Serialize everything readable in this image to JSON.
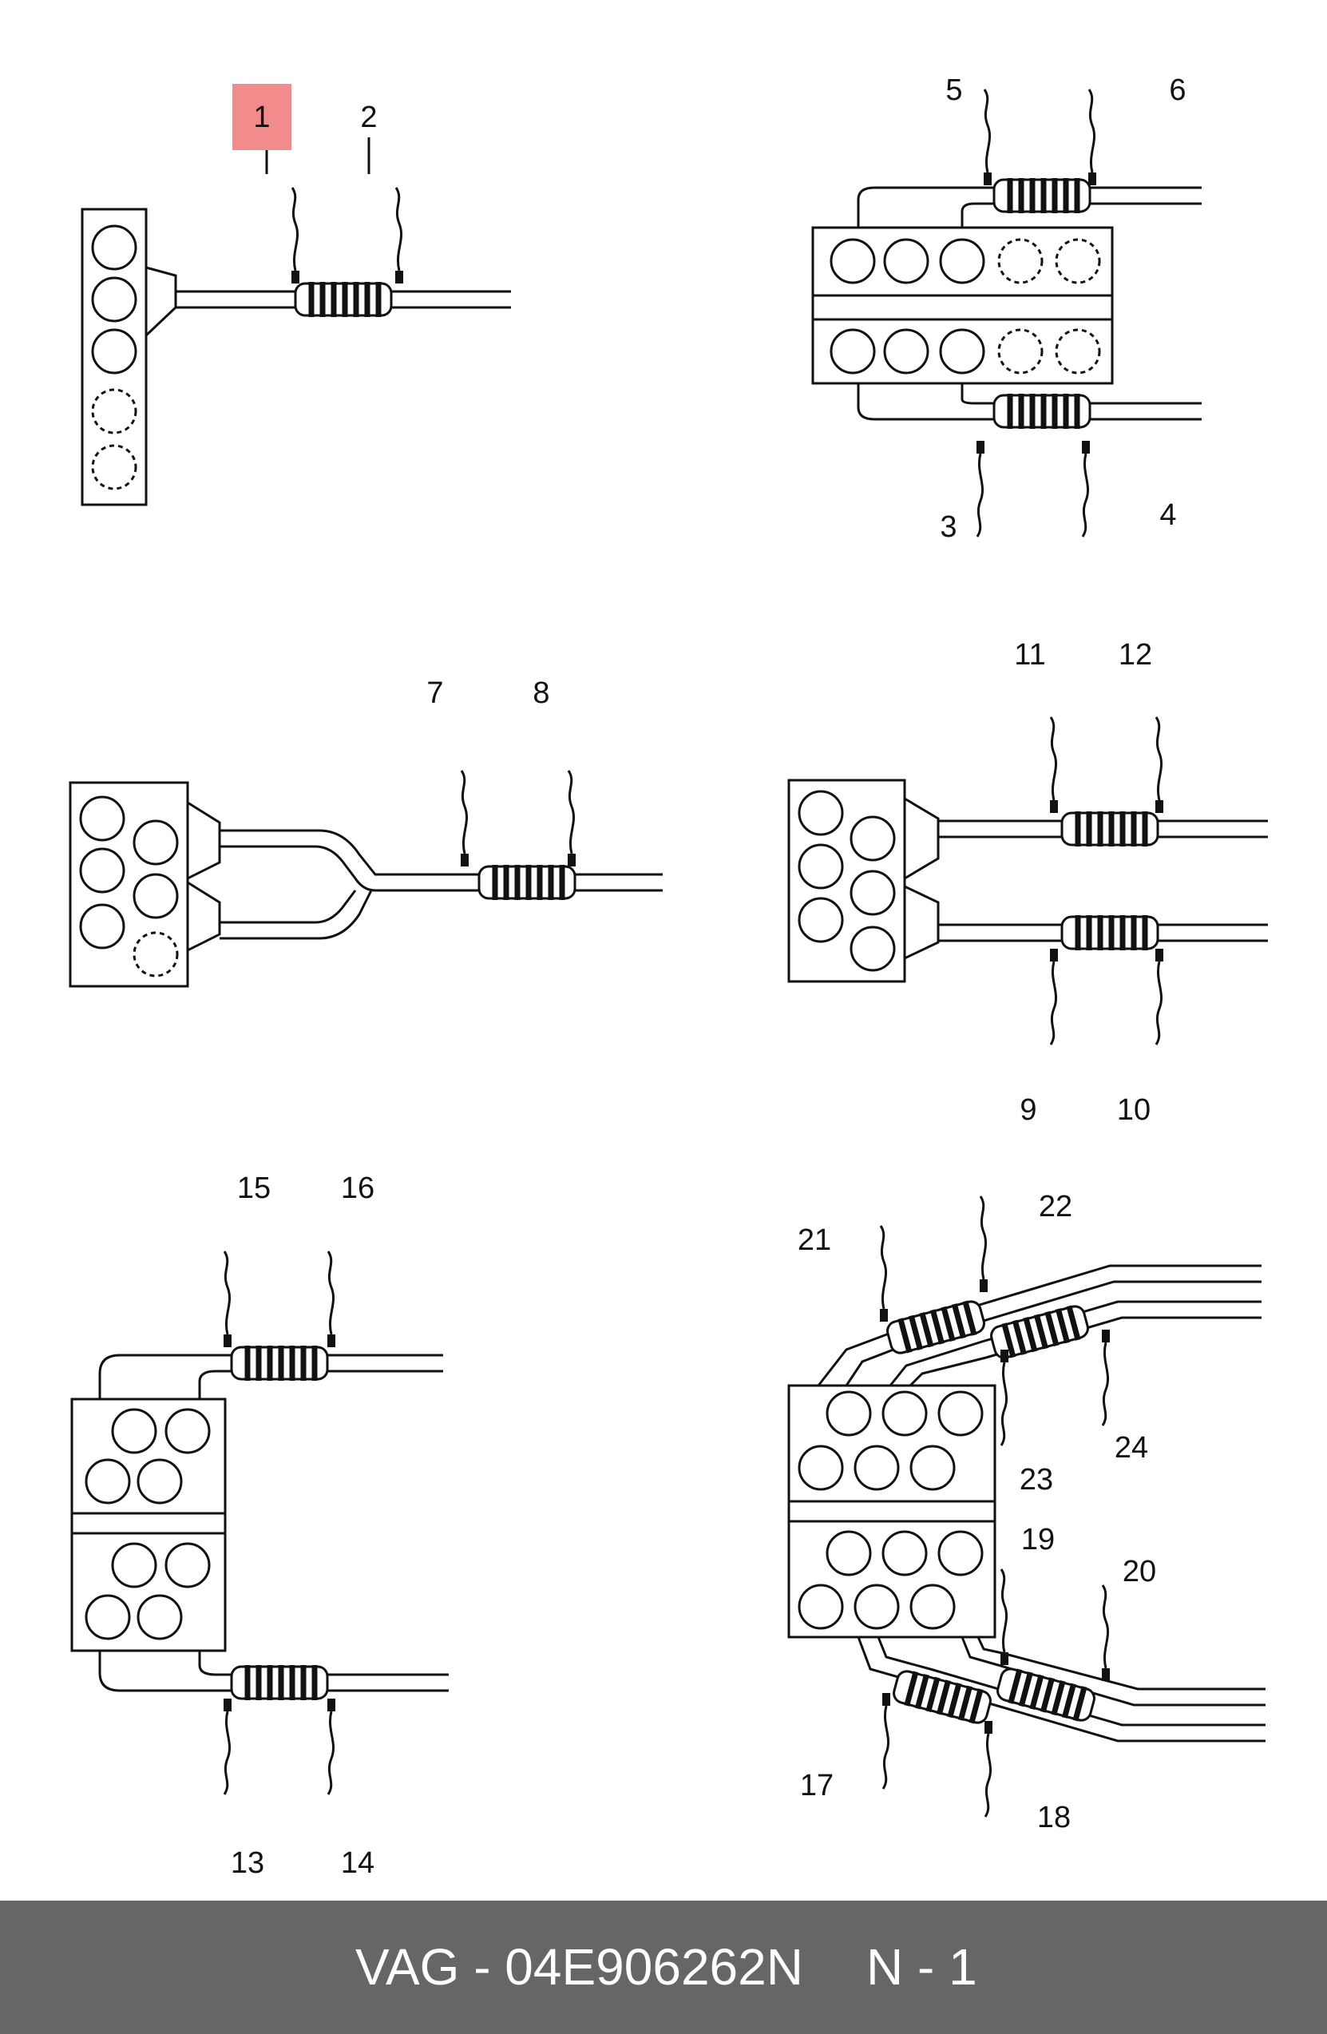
{
  "highlight": {
    "part": "1",
    "color": "#f28b8b"
  },
  "callouts": {
    "c1": "1",
    "c2": "2",
    "c3": "3",
    "c4": "4",
    "c5": "5",
    "c6": "6",
    "c7": "7",
    "c8": "8",
    "c9": "9",
    "c10": "10",
    "c11": "11",
    "c12": "12",
    "c13": "13",
    "c14": "14",
    "c15": "15",
    "c16": "16",
    "c17": "17",
    "c18": "18",
    "c19": "19",
    "c20": "20",
    "c21": "21",
    "c22": "22",
    "c23": "23",
    "c24": "24"
  },
  "footer": {
    "part_number": "VAG - 04E906262N",
    "page": "N - 1",
    "background": "#666666"
  }
}
